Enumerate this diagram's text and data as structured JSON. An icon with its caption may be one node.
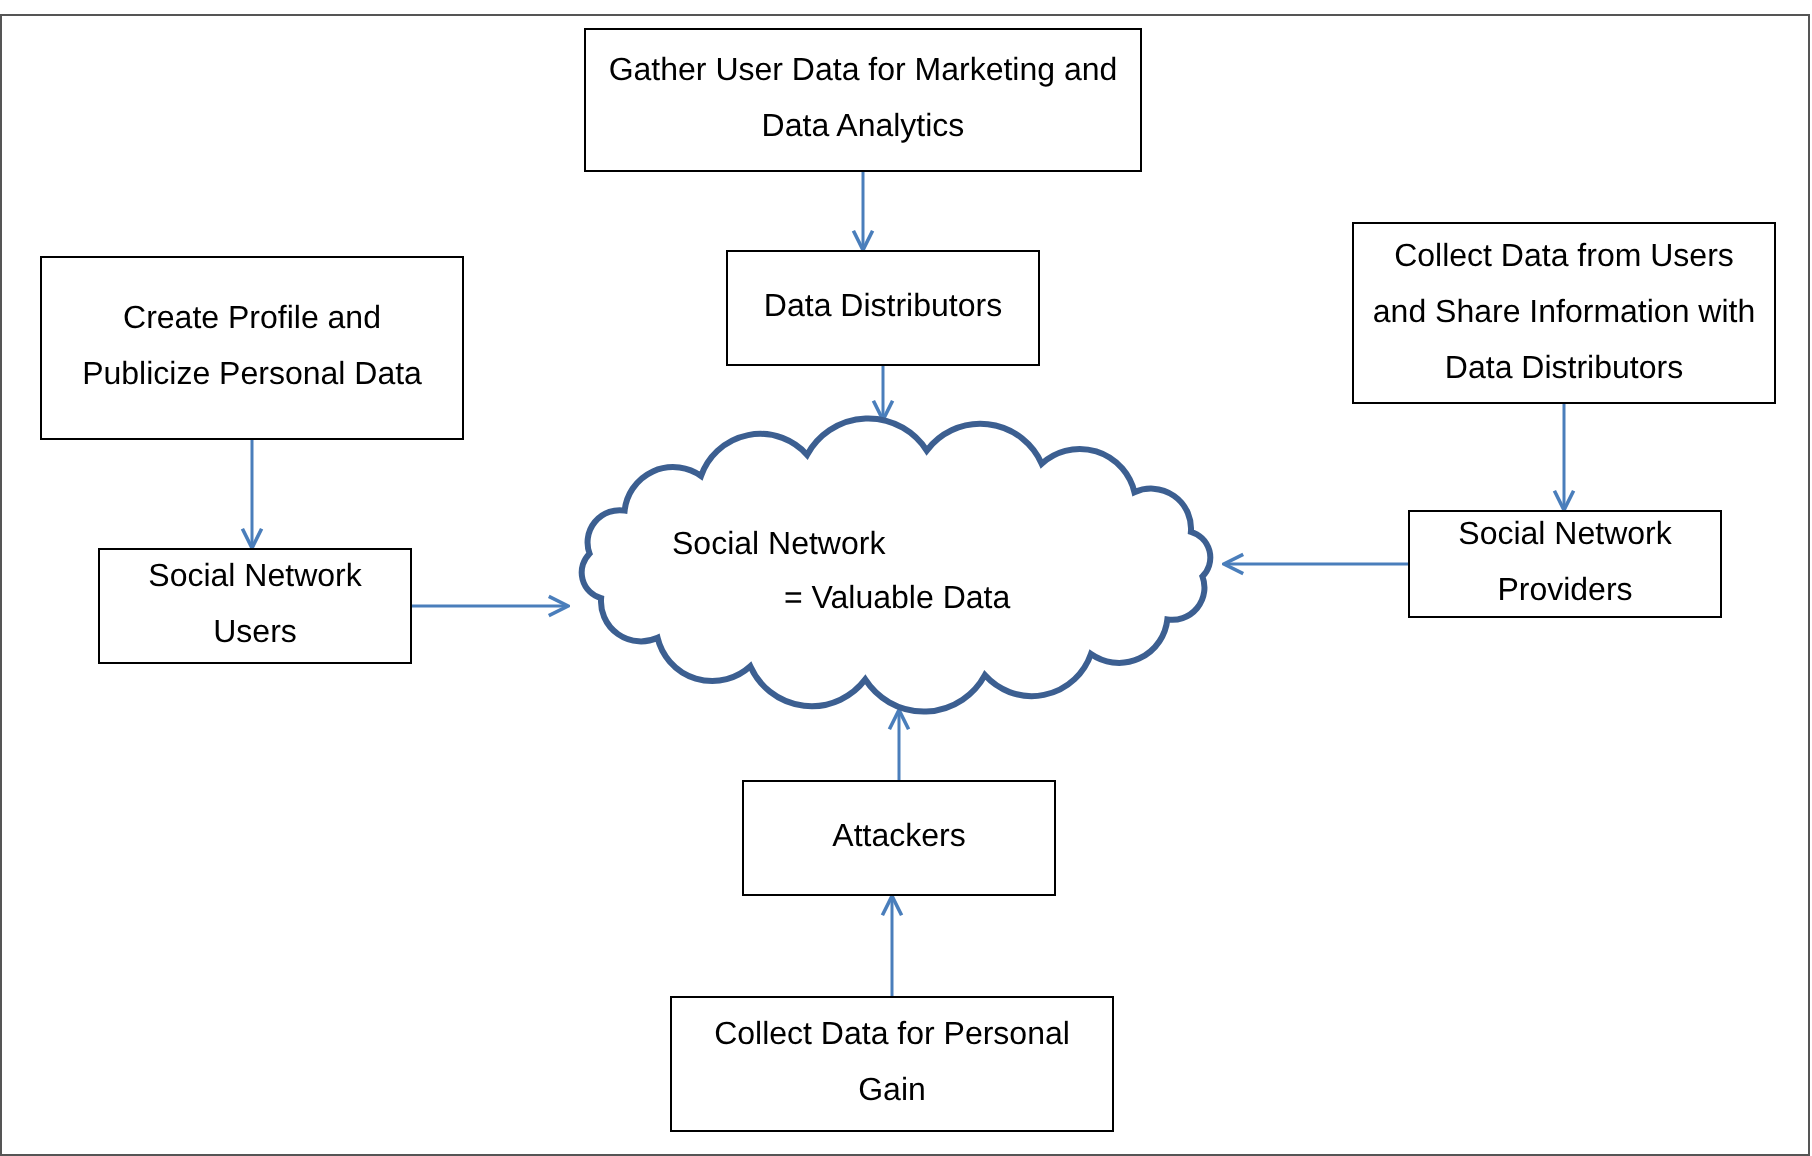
{
  "diagram": {
    "nodes": [
      {
        "text": [
          "Gather User Data for Marketing and Data Analytics"
        ]
      },
      {
        "text": [
          "Data Distributors"
        ]
      },
      {
        "text": [
          "Create Profile and Publicize Personal Data"
        ]
      },
      {
        "text": [
          "Collect Data from Users and Share Information with Data Distributors"
        ]
      },
      {
        "text": [
          "Social Network Users"
        ]
      },
      {
        "text": [
          "Social Network",
          "= Valuable Data"
        ]
      },
      {
        "text": [
          "Social Network Providers"
        ]
      },
      {
        "text": [
          "Attackers"
        ]
      },
      {
        "text": [
          "Collect Data for Personal Gain"
        ]
      }
    ],
    "edges": [
      {
        "from": 0,
        "to": 1,
        "arrow": "to"
      },
      {
        "from": 1,
        "to": 5,
        "arrow": "to"
      },
      {
        "from": 2,
        "to": 4,
        "arrow": "to"
      },
      {
        "from": 4,
        "to": 5,
        "arrow": "to"
      },
      {
        "from": 3,
        "to": 6,
        "arrow": "to"
      },
      {
        "from": 6,
        "to": 5,
        "arrow": "to"
      },
      {
        "from": 7,
        "to": 5,
        "arrow": "to"
      },
      {
        "from": 8,
        "to": 7,
        "arrow": "to"
      }
    ]
  }
}
